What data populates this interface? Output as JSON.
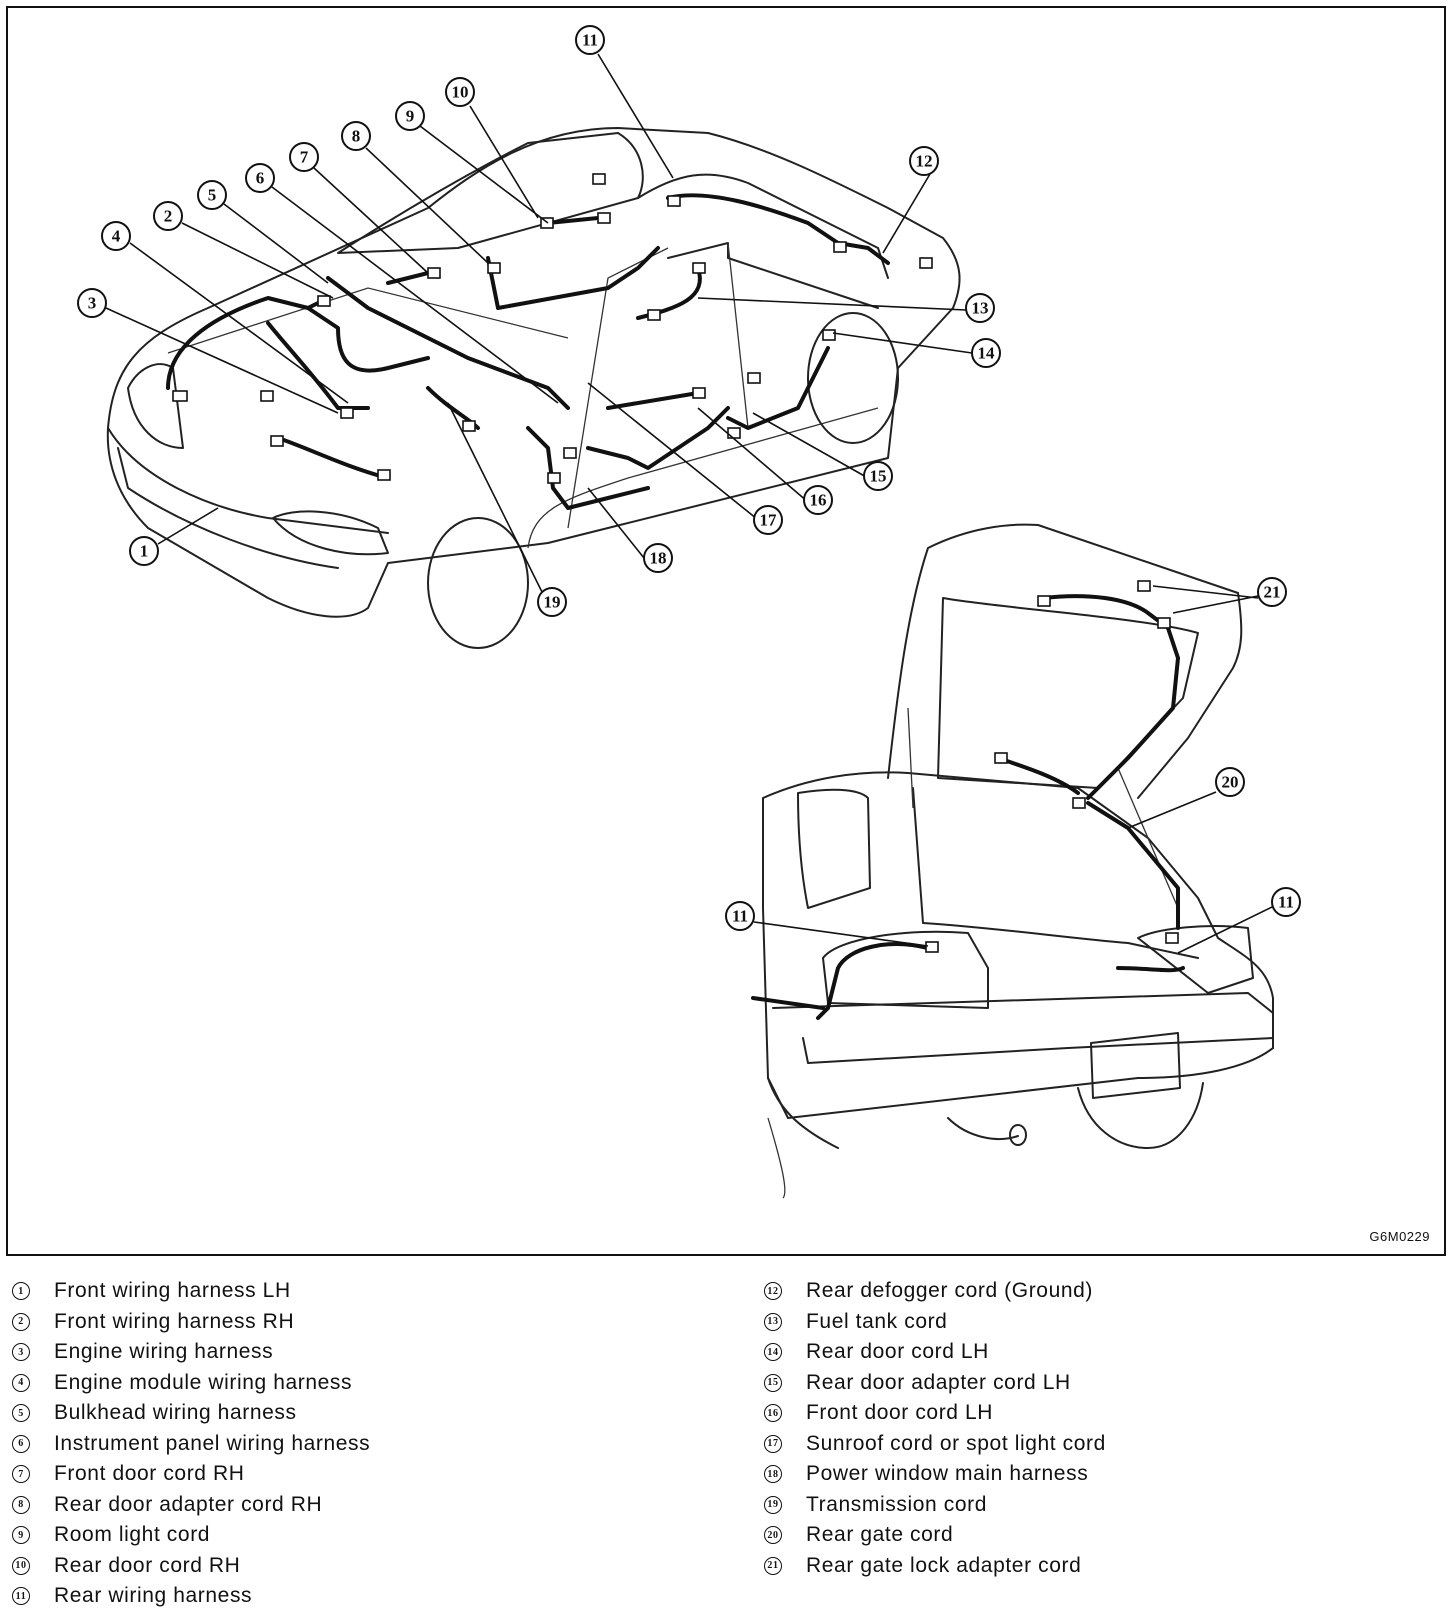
{
  "figure_code": "G6M0229",
  "callouts": {
    "c1": "1",
    "c2": "2",
    "c3": "3",
    "c4": "4",
    "c5": "5",
    "c6": "6",
    "c7": "7",
    "c8": "8",
    "c9": "9",
    "c10": "10",
    "c11a": "11",
    "c12": "12",
    "c13": "13",
    "c14": "14",
    "c15": "15",
    "c16": "16",
    "c17": "17",
    "c18": "18",
    "c19": "19",
    "c20": "20",
    "c21": "21",
    "c11b": "11",
    "c11c": "11"
  },
  "legend_left": [
    {
      "num": "1",
      "label": "Front wiring harness LH"
    },
    {
      "num": "2",
      "label": "Front wiring harness RH"
    },
    {
      "num": "3",
      "label": "Engine wiring harness"
    },
    {
      "num": "4",
      "label": "Engine module wiring harness"
    },
    {
      "num": "5",
      "label": "Bulkhead wiring harness"
    },
    {
      "num": "6",
      "label": "Instrument panel wiring harness"
    },
    {
      "num": "7",
      "label": "Front door cord RH"
    },
    {
      "num": "8",
      "label": "Rear door adapter cord RH"
    },
    {
      "num": "9",
      "label": "Room light cord"
    },
    {
      "num": "10",
      "label": "Rear door cord RH"
    },
    {
      "num": "11",
      "label": "Rear wiring harness"
    }
  ],
  "legend_right": [
    {
      "num": "12",
      "label": "Rear defogger cord (Ground)"
    },
    {
      "num": "13",
      "label": "Fuel tank cord"
    },
    {
      "num": "14",
      "label": "Rear door cord LH"
    },
    {
      "num": "15",
      "label": "Rear door adapter cord LH"
    },
    {
      "num": "16",
      "label": "Front door cord LH"
    },
    {
      "num": "17",
      "label": "Sunroof cord or spot light cord"
    },
    {
      "num": "18",
      "label": "Power window main harness"
    },
    {
      "num": "19",
      "label": "Transmission cord"
    },
    {
      "num": "20",
      "label": "Rear gate cord"
    },
    {
      "num": "21",
      "label": "Rear gate lock adapter cord"
    }
  ]
}
